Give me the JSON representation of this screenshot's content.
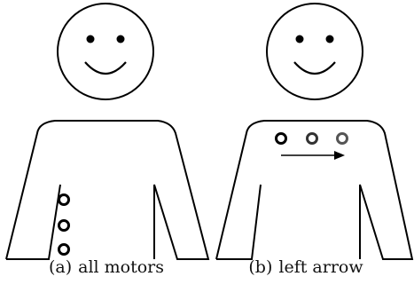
{
  "panels": [
    {
      "tag": "(a)",
      "caption": "all motors"
    },
    {
      "tag": "(b)",
      "caption": "left arrow"
    }
  ],
  "colors": {
    "line": "#000000",
    "motor_active": "#000000",
    "motor_dim": "#555555",
    "background": "#ffffff"
  }
}
